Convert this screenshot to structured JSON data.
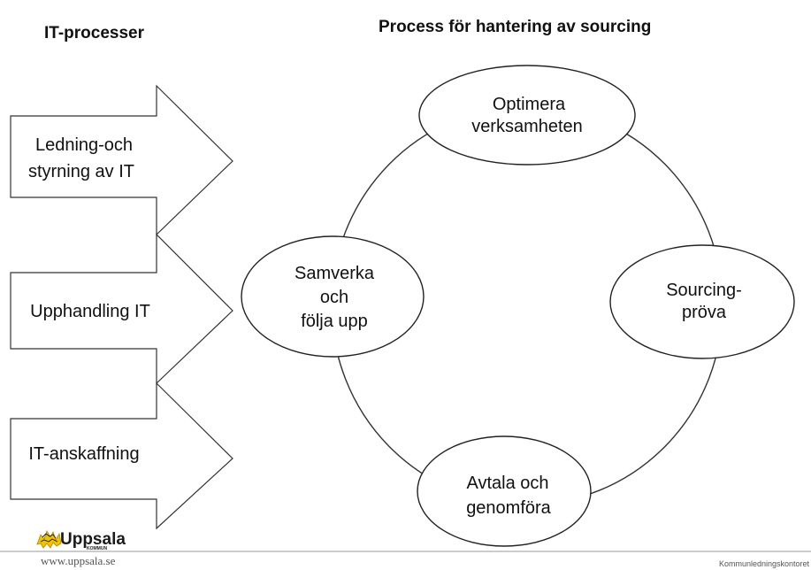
{
  "left_panel": {
    "title": "IT-processer",
    "arrows": [
      {
        "lines": [
          "Ledning-och",
          "styrning av IT"
        ]
      },
      {
        "lines": [
          "Upphandling IT"
        ]
      },
      {
        "lines": [
          "IT-anskaffning"
        ]
      }
    ]
  },
  "right_panel": {
    "title": "Process för hantering av sourcing",
    "stages": [
      {
        "lines": [
          "Optimera",
          "verksamheten"
        ]
      },
      {
        "lines": [
          "Sourcing-",
          "pröva"
        ]
      },
      {
        "lines": [
          "Avtala och",
          "genomföra"
        ]
      },
      {
        "lines": [
          "Samverka",
          "och",
          "följa upp"
        ]
      }
    ]
  },
  "footer": {
    "logo_word": "Uppsala",
    "logo_sub": "KOMMUN",
    "url": "www.uppsala.se",
    "office": "Kommunledningskontoret"
  },
  "colors": {
    "stroke": "#333333",
    "logo_yellow": "#f2c200"
  }
}
